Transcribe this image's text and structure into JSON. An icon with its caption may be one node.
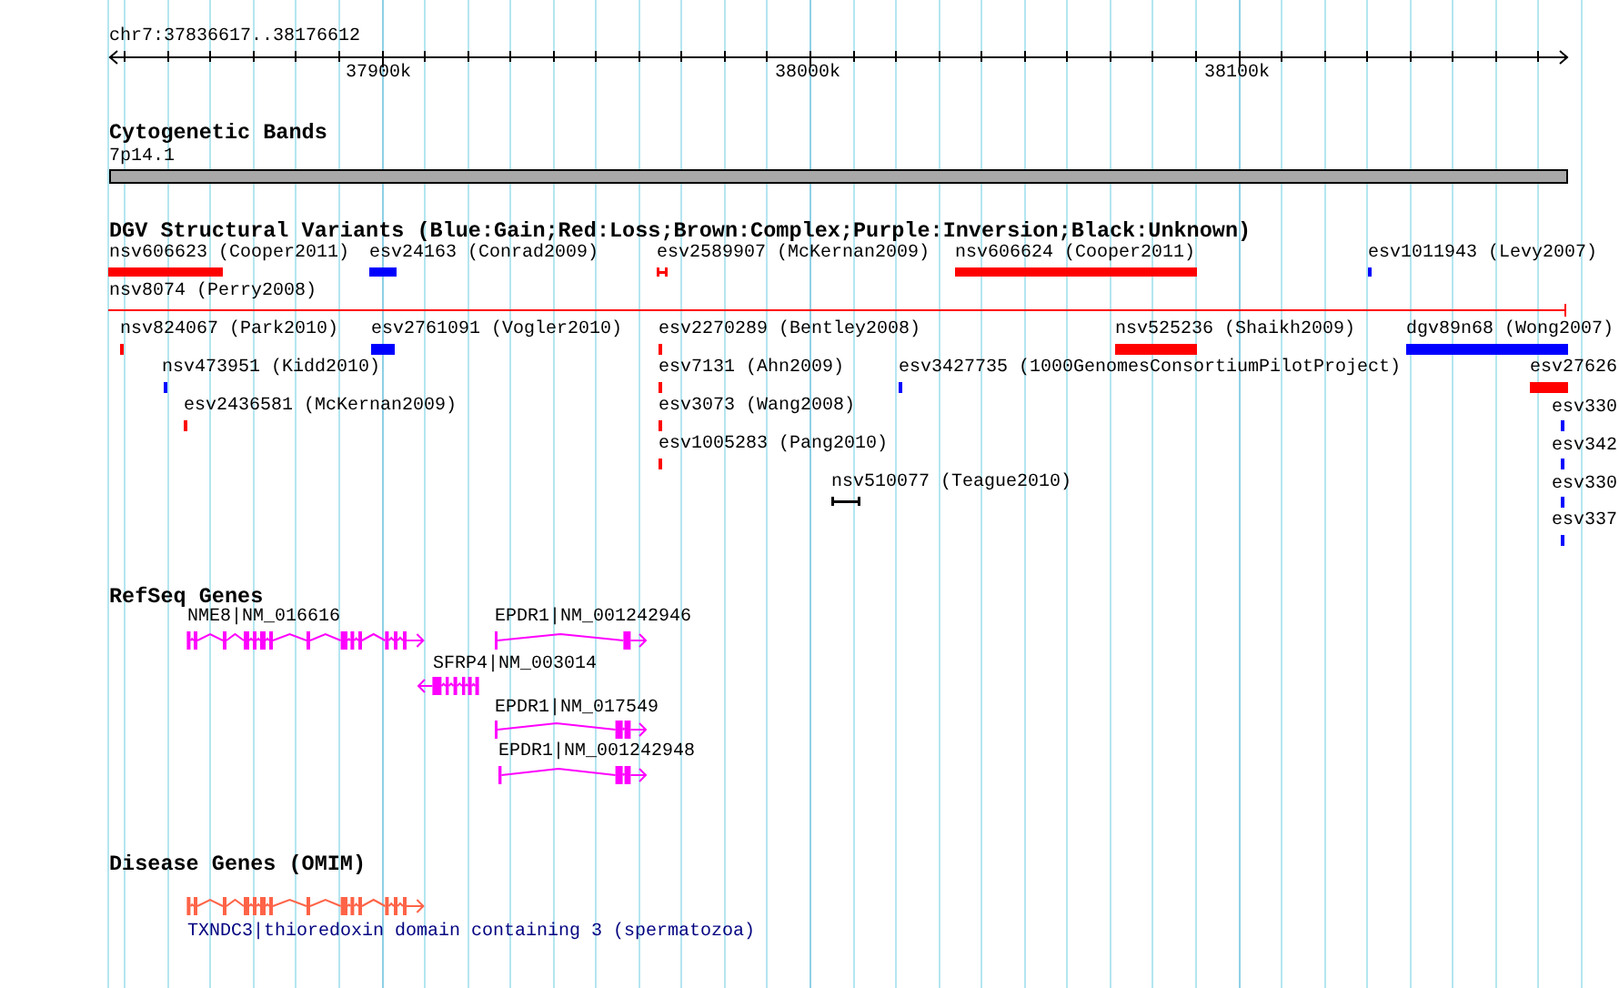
{
  "diagram": {
    "title": "chr7:37836617..38176612",
    "labels": [
      "37900k",
      "38000k",
      "38100k",
      "Cytogenetic Bands",
      "7p14.1",
      "DGV Structural Variants (Blue:Gain;Red:Loss;Brown:Complex;Purple:Inversion;Black:Unknown)",
      "nsv606623 (Cooper2011)",
      "esv24163 (Conrad2009)",
      "esv2589907 (McKernan2009)",
      "nsv606624 (Cooper2011)",
      "esv1011943 (Levy2007)",
      "nsv8074 (Perry2008)",
      "nsv824067 (Park2010)",
      "esv2761091 (Vogler2010)",
      "esv2270289 (Bentley2008)",
      "nsv525236 (Shaikh2009)",
      "dgv89n68 (Wong2007)",
      "nsv473951 (Kidd2010)",
      "esv7131 (Ahn2009)",
      "esv3427735 (1000GenomesConsortiumPilotProject)",
      "esv27626",
      "esv2436581 (McKernan2009)",
      "esv3073 (Wang2008)",
      "esv330",
      "esv1005283 (Pang2010)",
      "esv342",
      "nsv510077 (Teague2010)",
      "esv330",
      "esv337",
      "RefSeq Genes",
      "NME8|NM_016616",
      "EPDR1|NM_001242946",
      "SFRP4|NM_003014",
      "EPDR1|NM_017549",
      "EPDR1|NM_001242948",
      "Disease Genes (OMIM)",
      "TXNDC3|thioredoxin domain containing 3 (spermatozoa)"
    ]
  }
}
